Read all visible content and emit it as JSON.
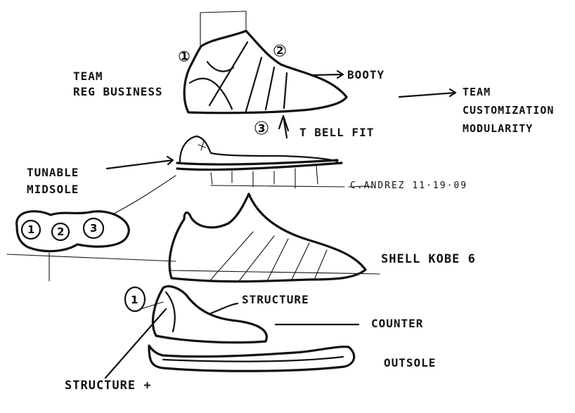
{
  "labels": {
    "team_reg_business": [
      "TEAM",
      "REG BUSINESS"
    ],
    "booty": "BOOTY",
    "team_customization": [
      "TEAM",
      "CUSTOMIZATION",
      "MODULARITY"
    ],
    "bell_fit": "T BELL FIT",
    "tunable_midsole": [
      "TUNABLE",
      "MIDSOLE"
    ],
    "signature": "C.ANDREZ 11·19·09",
    "shell": "SHELL KOBE 6",
    "structure": "STRUCTURE",
    "counter": "COUNTER",
    "outsole": "OUTSOLE",
    "structure_plus": "STRUCTURE +"
  },
  "pod_numbers": [
    "1",
    "2",
    "3"
  ],
  "callout_numbers": [
    "1",
    "2",
    "3"
  ],
  "structure_callout_number": "1",
  "ink_color": "#111111"
}
